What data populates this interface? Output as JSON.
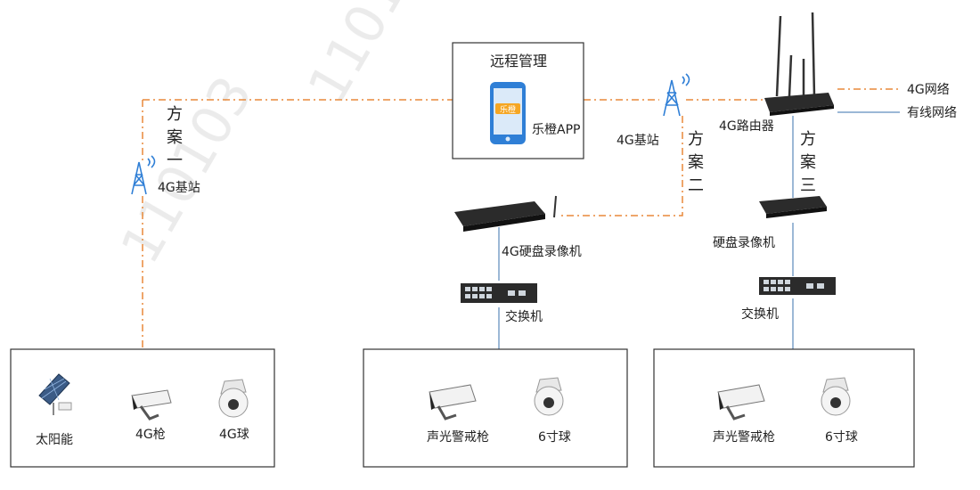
{
  "watermark": "110103",
  "remote": {
    "title": "远程管理",
    "app_label": "乐橙APP",
    "app_icon": "乐橙"
  },
  "schemes": {
    "one": [
      "方",
      "案",
      "一"
    ],
    "two": [
      "方",
      "案",
      "二"
    ],
    "three": [
      "方",
      "案",
      "三"
    ]
  },
  "labels": {
    "base_station_1": "4G基站",
    "base_station_2": "4G基站",
    "router": "4G路由器",
    "nvr_4g": "4G硬盘录像机",
    "nvr": "硬盘录像机",
    "switch_2": "交换机",
    "switch_3": "交换机"
  },
  "legend": {
    "network_4g": "4G网络",
    "wired_network": "有线网络"
  },
  "groups": {
    "one": [
      "太阳能",
      "4G枪",
      "4G球"
    ],
    "two": [
      "声光警戒枪",
      "6寸球"
    ],
    "three": [
      "声光警戒枪",
      "6寸球"
    ]
  },
  "colors": {
    "line_4g": "#e8893a",
    "line_wired": "#7aa0c8",
    "box": "#333333"
  }
}
